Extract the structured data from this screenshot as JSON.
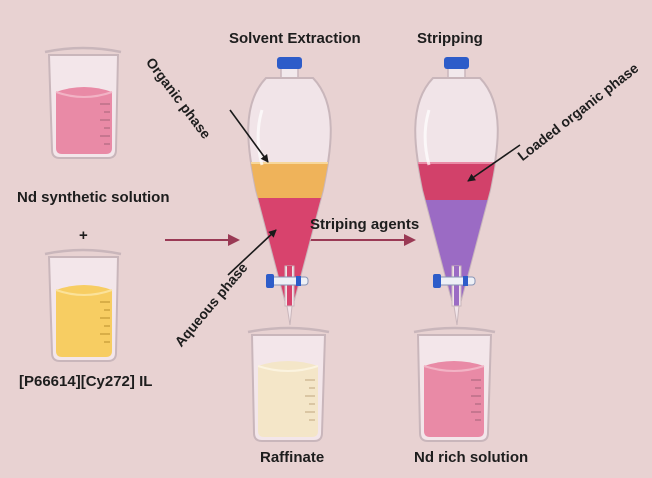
{
  "labels": {
    "solvent_extraction": "Solvent Extraction",
    "stripping": "Stripping",
    "organic_phase": "Organic phase",
    "aqueous_phase": "Aqueous phase",
    "loaded_organic_phase": "Loaded organic phase",
    "nd_synthetic_solution": "Nd synthetic  solution",
    "plus": "+",
    "ionic_liquid": "[P66614][Cy272] IL",
    "striping_agents": "Striping agents",
    "raffinate": "Raffinate",
    "nd_rich_solution": "Nd rich solution"
  },
  "colors": {
    "background": "#e8d2d2",
    "pink_liquid": "#e98aa6",
    "yellow_liquid": "#f7cd62",
    "organic_layer": "#efb35a",
    "aqueous_layer": "#d8436d",
    "loaded_organic_layer": "#d2416a",
    "purple_layer": "#9b6bc4",
    "raffinate_liquid": "#f4e6c8",
    "stopper_blue": "#2d5cc9",
    "flow_arrow": "#9a3a55"
  }
}
